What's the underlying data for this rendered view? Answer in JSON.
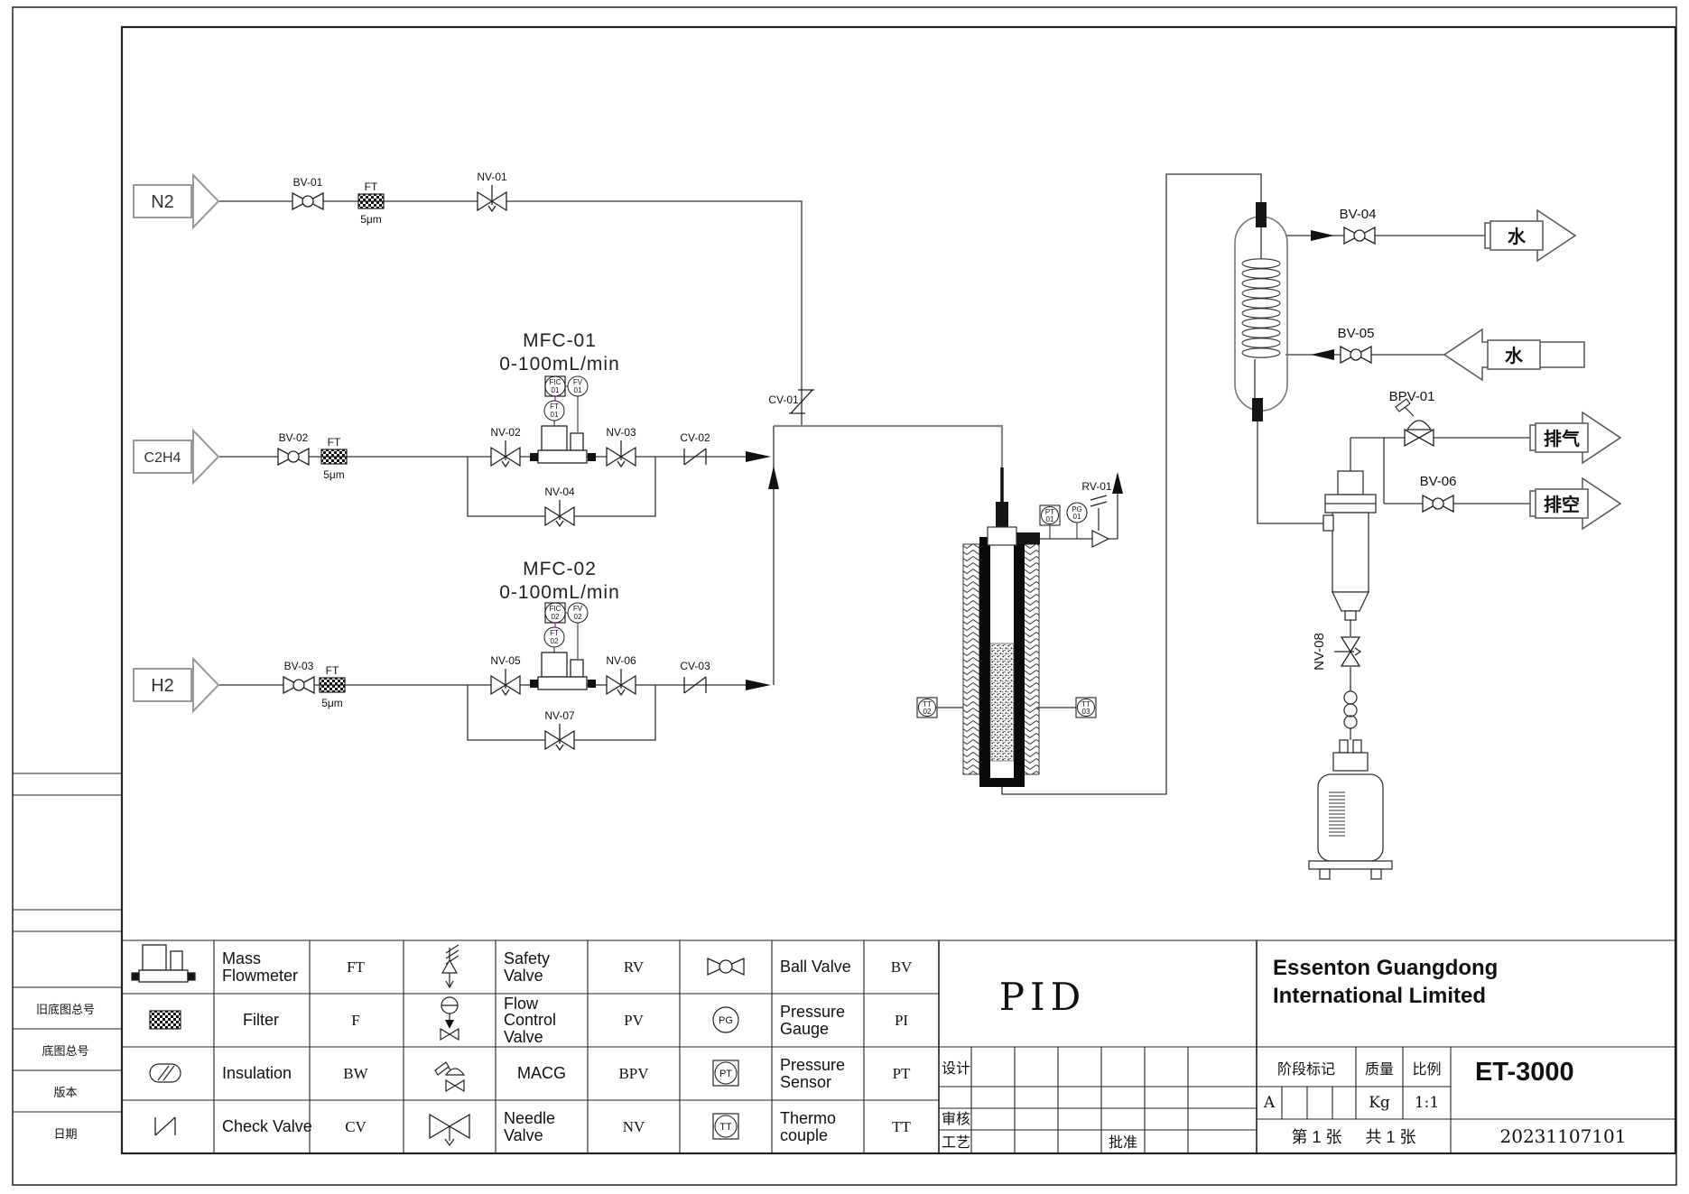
{
  "inlets": {
    "n2": "N2",
    "c2h4": "C2H4",
    "h2": "H2"
  },
  "outlets": {
    "water_out": "水",
    "water_in": "水",
    "exhaust": "排气",
    "vent": "排空"
  },
  "tags": {
    "bv01": "BV-01",
    "bv02": "BV-02",
    "bv03": "BV-03",
    "bv04": "BV-04",
    "bv05": "BV-05",
    "bv06": "BV-06",
    "nv01": "NV-01",
    "nv02": "NV-02",
    "nv03": "NV-03",
    "nv04": "NV-04",
    "nv05": "NV-05",
    "nv06": "NV-06",
    "nv07": "NV-07",
    "nv08": "NV-08",
    "cv01": "CV-01",
    "cv02": "CV-02",
    "cv03": "CV-03",
    "rv01": "RV-01",
    "bpv01": "BPV-01",
    "ft": "FT",
    "ft_size": "5μm"
  },
  "mfc1": {
    "title": "MFC-01",
    "range": "0-100mL/min",
    "fic": "FIC",
    "fv": "FV",
    "ft": "FT",
    "num": "01"
  },
  "mfc2": {
    "title": "MFC-02",
    "range": "0-100mL/min",
    "fic": "FIC",
    "fv": "FV",
    "ft": "FT",
    "num": "02"
  },
  "instruments": {
    "pt": "PT",
    "pg": "PG",
    "tt": "TT",
    "n01": "01",
    "n02": "02",
    "n03": "03"
  },
  "legend": {
    "rows": [
      {
        "name1": "Mass Flowmeter",
        "code1": "FT",
        "name2": "Safety Valve",
        "code2": "RV",
        "name3": "Ball Valve",
        "code3": "BV"
      },
      {
        "name1": "Filter",
        "code1": "F",
        "name2": "Flow Control Valve",
        "code2": "PV",
        "name3": "Pressure Gauge",
        "code3": "PI"
      },
      {
        "name1": "Insulation",
        "code1": "BW",
        "name2": "MACG",
        "code2": "BPV",
        "name3": "Pressure Sensor",
        "code3": "PT"
      },
      {
        "name1": "Check Valve",
        "code1": "CV",
        "name2": "Needle Valve",
        "code2": "NV",
        "name3": "Thermo couple",
        "code3": "TT"
      }
    ]
  },
  "titleblock": {
    "doc_type": "PID",
    "company1": "Essenton Guangdong",
    "company2": "International Limited",
    "design": "设计",
    "review": "审核",
    "process": "工艺",
    "approve": "批准",
    "stage_mark": "阶段标记",
    "mass": "质量",
    "scale_label": "比例",
    "revision": "A",
    "mass_unit": "Kg",
    "scale": "1:1",
    "model": "ET-3000",
    "sheet_no": "第 1 张",
    "sheet_total": "共 1 张",
    "doc_number": "20231107101"
  },
  "margin": {
    "m1": "旧底图总号",
    "m2": "底图总号",
    "m3": "版本",
    "m4": "日期"
  }
}
